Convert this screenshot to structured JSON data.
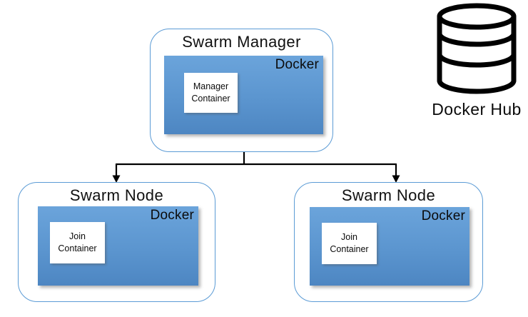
{
  "diagram": {
    "manager": {
      "title": "Swarm Manager",
      "docker_label": "Docker",
      "container_label": "Manager Container"
    },
    "nodes": [
      {
        "title": "Swarm Node",
        "docker_label": "Docker",
        "container_label": "Join Container"
      },
      {
        "title": "Swarm Node",
        "docker_label": "Docker",
        "container_label": "Join Container"
      }
    ],
    "docker_hub": {
      "label": "Docker Hub",
      "icon": "database-icon"
    },
    "colors": {
      "group_border": "#5b9bd5",
      "docker_fill_top": "#6ba4db",
      "docker_fill_bottom": "#4d86c2",
      "line": "#000000",
      "text": "#0b0b0b"
    }
  }
}
